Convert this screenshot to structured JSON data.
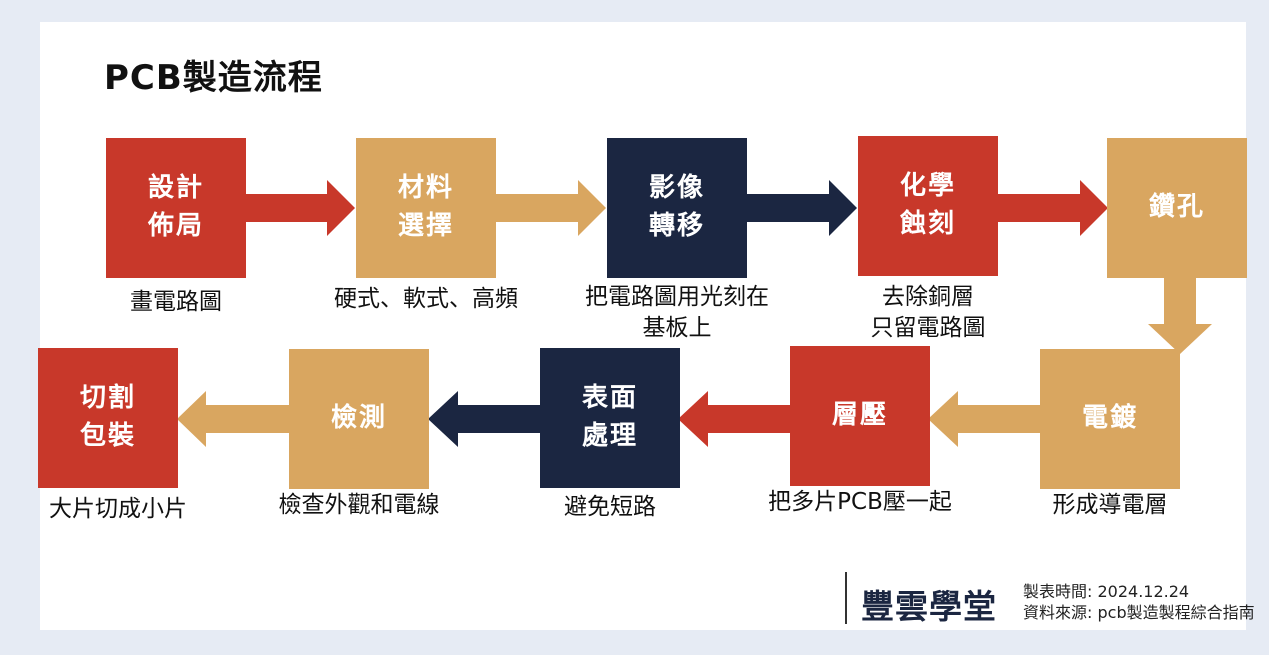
{
  "title": "PCB製造流程",
  "steps": [
    {
      "line1": "設計",
      "line2": "佈局",
      "caption1": "畫電路圖",
      "caption2": ""
    },
    {
      "line1": "材料",
      "line2": "選擇",
      "caption1": "硬式、軟式、高頻",
      "caption2": ""
    },
    {
      "line1": "影像",
      "line2": "轉移",
      "caption1": "把電路圖用光刻在",
      "caption2": "基板上"
    },
    {
      "line1": "化學",
      "line2": "蝕刻",
      "caption1": "去除銅層",
      "caption2": "只留電路圖"
    },
    {
      "line1": "鑽孔",
      "line2": "",
      "caption1": "",
      "caption2": ""
    },
    {
      "line1": "電鍍",
      "line2": "",
      "caption1": "形成導電層",
      "caption2": ""
    },
    {
      "line1": "層壓",
      "line2": "",
      "caption1": "把多片PCB壓一起",
      "caption2": ""
    },
    {
      "line1": "表面",
      "line2": "處理",
      "caption1": "避免短路",
      "caption2": ""
    },
    {
      "line1": "檢測",
      "line2": "",
      "caption1": "檢查外觀和電線",
      "caption2": ""
    },
    {
      "line1": "切割",
      "line2": "包裝",
      "caption1": "大片切成小片",
      "caption2": ""
    }
  ],
  "footer": {
    "logo": "豐雲學堂",
    "date_label": "製表時間:",
    "date": "2024.12.24",
    "source_label": "資料來源:",
    "source": "pcb製造製程綜合指南"
  },
  "colors": {
    "red": "#c8382a",
    "tan": "#d9a660",
    "navy": "#1b2641"
  }
}
